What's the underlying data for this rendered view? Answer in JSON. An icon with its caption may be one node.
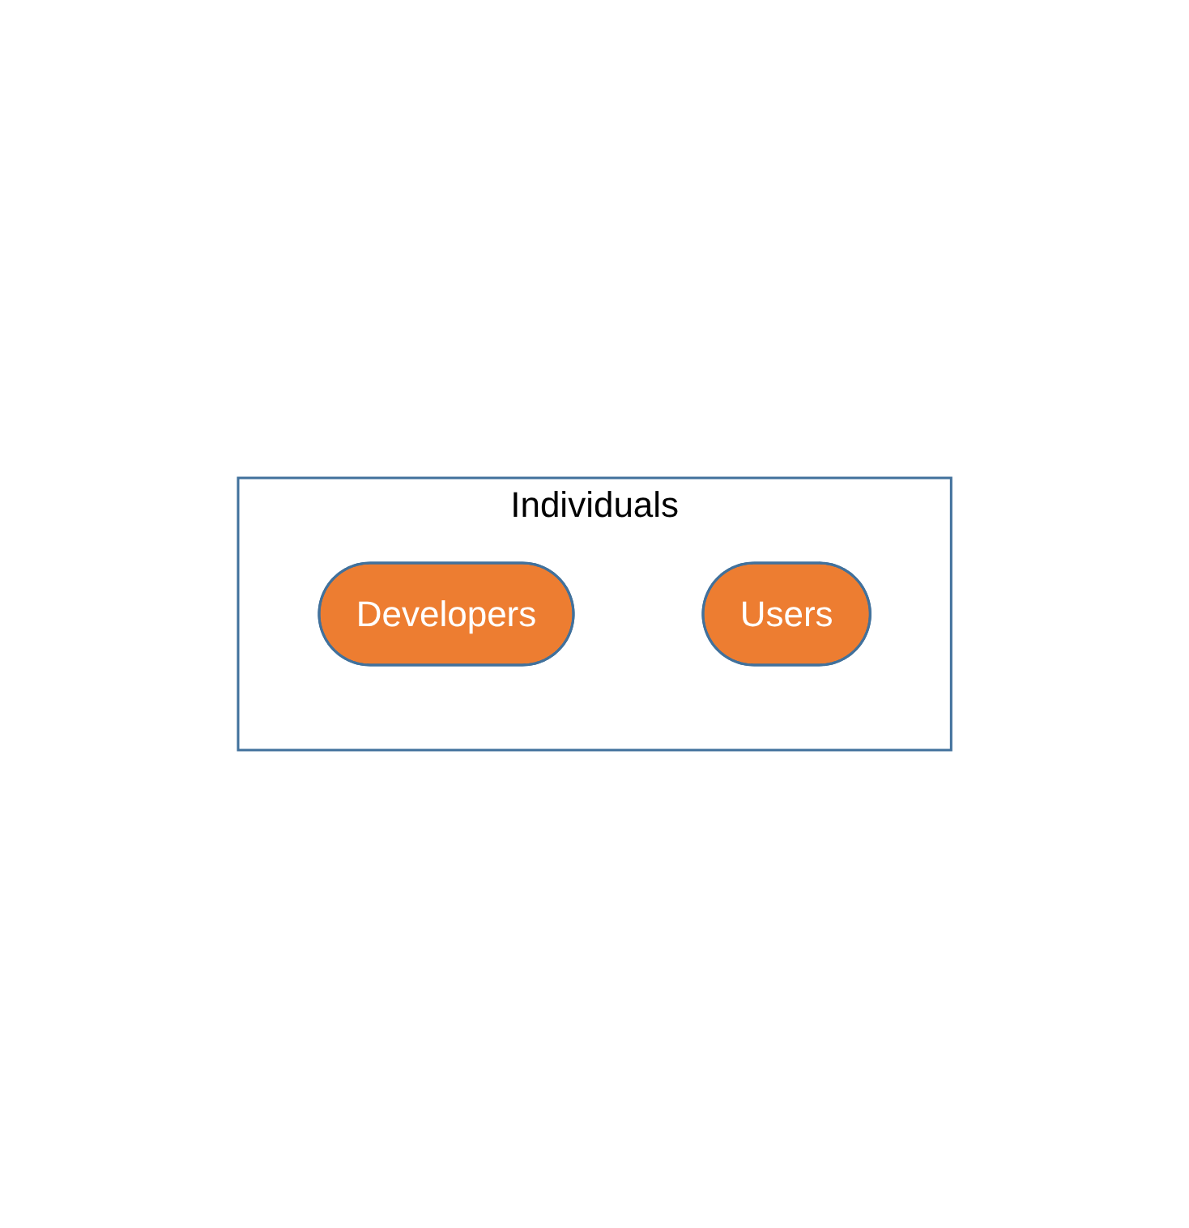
{
  "diagram": {
    "nodes": [
      {
        "text": [
          "Individuals"
        ]
      },
      {
        "text": [
          "Developers"
        ],
        "in": 0
      },
      {
        "text": [
          "Users"
        ],
        "in": 0
      }
    ]
  }
}
